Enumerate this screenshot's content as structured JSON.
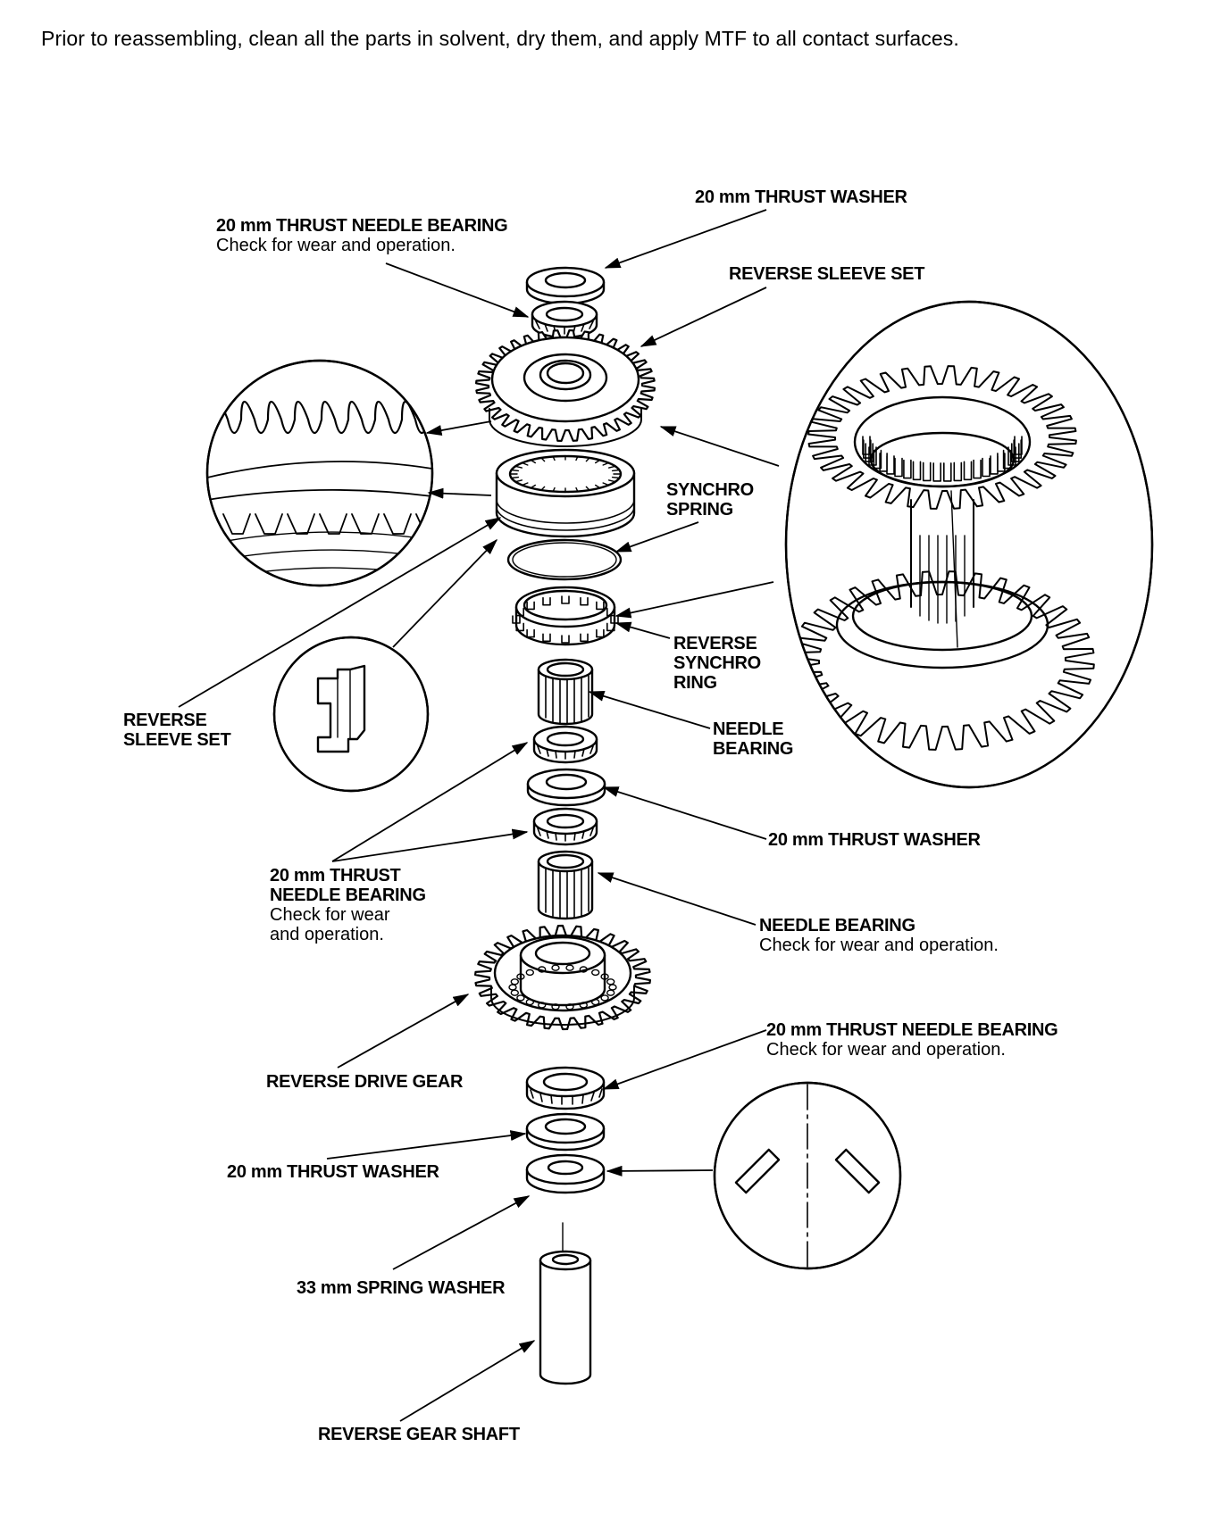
{
  "instruction": "Prior to reassembling, clean all the parts in solvent, dry them, and apply MTF to all contact surfaces.",
  "labels": {
    "thrust_washer_top": {
      "title": "20 mm THRUST WASHER"
    },
    "thrust_needle_bearing_top": {
      "title": "20 mm THRUST NEEDLE BEARING",
      "note": "Check for wear and operation."
    },
    "reverse_sleeve_set_right": {
      "title": "REVERSE SLEEVE SET"
    },
    "synchro_spring": {
      "title_lines": [
        "SYNCHRO",
        "SPRING"
      ]
    },
    "reverse_synchro_ring": {
      "title_lines": [
        "REVERSE",
        "SYNCHRO",
        "RING"
      ]
    },
    "reverse_sleeve_set_left": {
      "title_lines": [
        "REVERSE",
        "SLEEVE SET"
      ]
    },
    "needle_bearing_upper": {
      "title_lines": [
        "NEEDLE",
        "BEARING"
      ]
    },
    "thrust_washer_middle": {
      "title": "20 mm THRUST WASHER"
    },
    "thrust_needle_bearing_middle": {
      "title_lines": [
        "20 mm THRUST",
        "NEEDLE BEARING"
      ],
      "note_lines": [
        "Check for wear",
        "and operation."
      ]
    },
    "needle_bearing_lower": {
      "title": "NEEDLE BEARING",
      "note": "Check for wear and operation."
    },
    "reverse_drive_gear": {
      "title": "REVERSE DRIVE GEAR"
    },
    "thrust_needle_bearing_bottom": {
      "title": "20 mm THRUST NEEDLE BEARING",
      "note": "Check for wear and operation."
    },
    "thrust_washer_bottom": {
      "title": "20 mm THRUST WASHER"
    },
    "spring_washer": {
      "title": "33 mm SPRING WASHER"
    },
    "reverse_gear_shaft": {
      "title": "REVERSE GEAR SHAFT"
    }
  },
  "colors": {
    "ink": "#000000",
    "paper": "#ffffff"
  }
}
